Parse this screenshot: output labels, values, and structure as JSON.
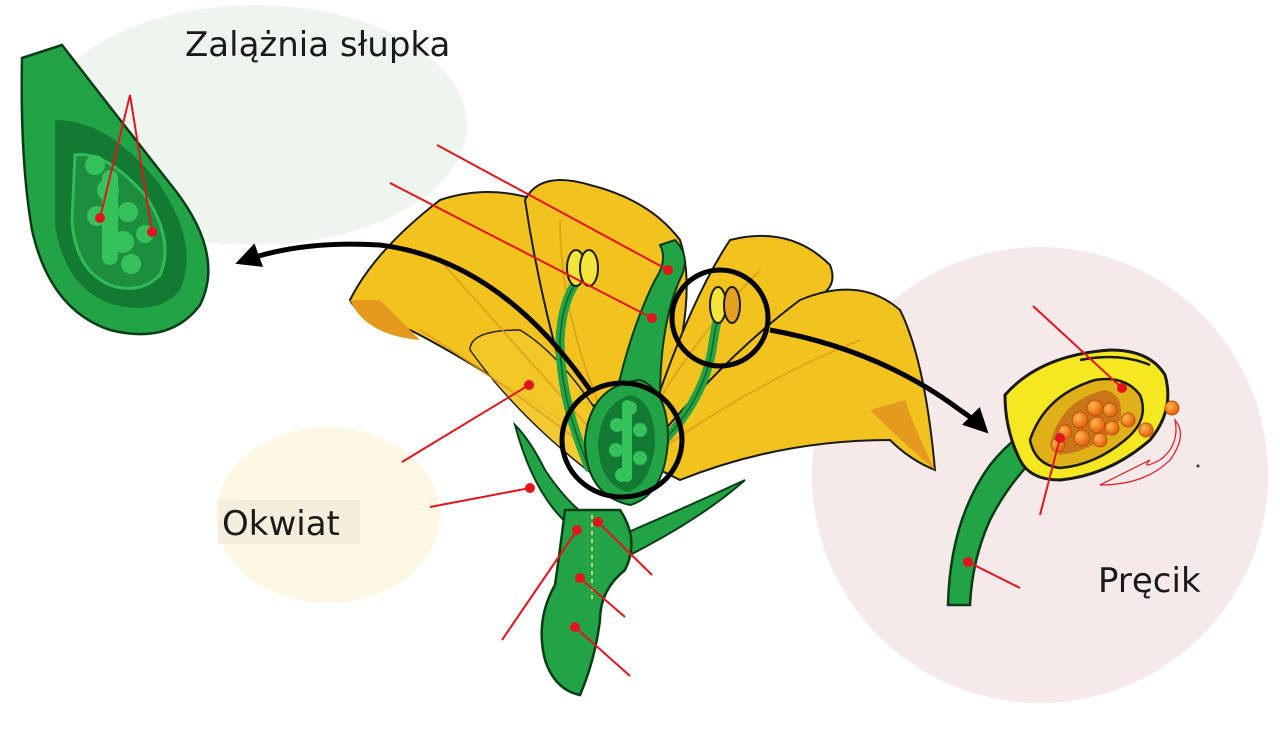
{
  "labels": {
    "ovary": "Zalążnia słupka",
    "perianth": "Okwiat",
    "stamen": "Pręcik"
  },
  "colors": {
    "petal": "#f2c21f",
    "petal_shadow": "#e49a1e",
    "green_dark": "#137a33",
    "green_mid": "#22a345",
    "green_light": "#35c25a",
    "leader_line": "#e3141b",
    "arrow": "#000000",
    "bubble_ovary": "#eef5ee",
    "bubble_perianth": "#fdf7e3",
    "bubble_stamen": "#f5e9ea"
  }
}
